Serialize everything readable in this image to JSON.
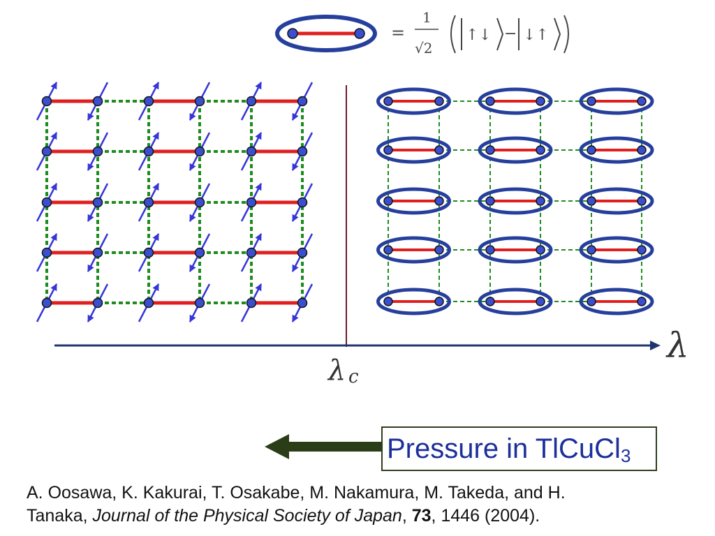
{
  "singlet": {
    "equals": "=",
    "numerator": "1",
    "denominator": "√2",
    "ket1": "↑↓",
    "minus": "−",
    "ket2": "↓↑"
  },
  "axis": {
    "critical_label": "λ",
    "critical_sub": "c",
    "axis_label": "λ"
  },
  "pressure": {
    "text": "Pressure in TlCu",
    "text_cl": "Cl",
    "subscript": "3"
  },
  "citation": {
    "authors": "A. Oosawa, K. Kakurai, T. Osakabe, M. Nakamura, M. Takeda, and H.",
    "line2_prefix": "Tanaka, ",
    "journal": "Journal of the Physical Society of Japan",
    "comma": ", ",
    "volume": "73",
    "pages_year": ",  1446 (2004)."
  },
  "colors": {
    "dimer_bond": "#e02020",
    "interdimer_bond": "#1e8c1e",
    "spin_site": "#3a4fcf",
    "spin_arrow": "#3535d8",
    "ellipse": "#263f9c",
    "axis": "#1f3570",
    "critical_line": "#6e1a2a",
    "pressure_arrow": "#2b3d17",
    "pressure_text": "#1c2f9a"
  }
}
